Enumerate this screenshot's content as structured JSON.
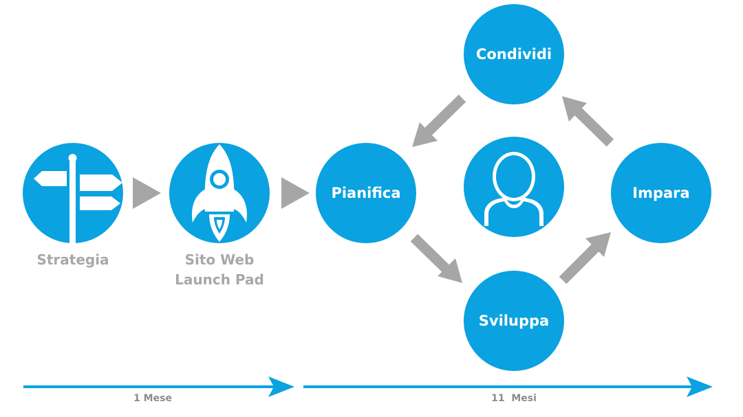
{
  "colors": {
    "accent": "#0aa2e0",
    "arrow_gray": "#a6a6a6",
    "caption_gray": "#a8a8a8",
    "timeline_label": "#8c8c8c",
    "icon_white": "#ffffff"
  },
  "stages": {
    "strategy": {
      "icon": "signpost-icon",
      "caption": "Strategia"
    },
    "launchpad": {
      "icon": "rocket-icon",
      "caption_line1": "Sito Web",
      "caption_line2": "Launch Pad"
    }
  },
  "cycle": {
    "plan": "Pianifica",
    "share": "Condividi",
    "learn": "Impara",
    "develop": "Sviluppa",
    "center_icon": "user-avatar-icon"
  },
  "timeline": {
    "phase1": "1 Mese",
    "phase2": "11  Mesi"
  }
}
